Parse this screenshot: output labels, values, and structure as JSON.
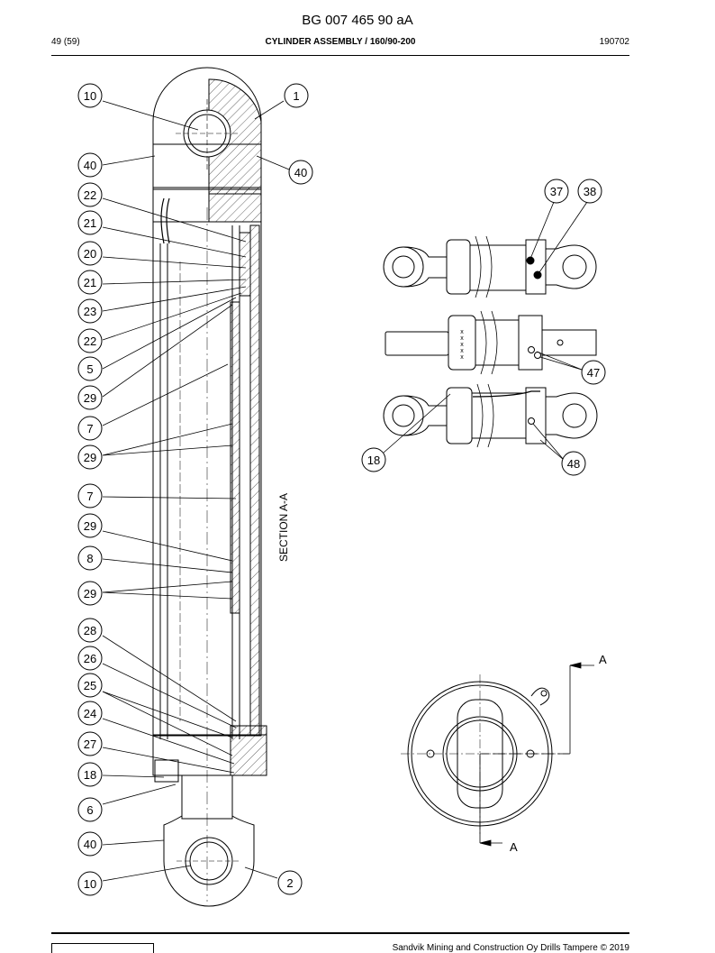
{
  "header": {
    "document_number": "BG 007 465 90 aA",
    "page": "49 (59)",
    "title": "CYLINDER ASSEMBLY / 160/90-200",
    "date": "190702"
  },
  "section_label": "SECTION A-A",
  "section_marks": [
    "A",
    "A"
  ],
  "callouts": {
    "c10a": "10",
    "c1": "1",
    "c40a": "40",
    "c40b": "40",
    "c22a": "22",
    "c21a": "21",
    "c20": "20",
    "c21b": "21",
    "c23": "23",
    "c22b": "22",
    "c5": "5",
    "c29a": "29",
    "c7a": "7",
    "c29b": "29",
    "c7b": "7",
    "c29c": "29",
    "c8": "8",
    "c29d": "29",
    "c28": "28",
    "c26": "26",
    "c25": "25",
    "c24": "24",
    "c27": "27",
    "c18a": "18",
    "c6": "6",
    "c40c": "40",
    "c10b": "10",
    "c2": "2",
    "c37": "37",
    "c38": "38",
    "c47": "47",
    "c18b": "18",
    "c48": "48"
  },
  "engraving": [
    "x",
    "x",
    "x",
    "x",
    "x"
  ],
  "footer": {
    "copyright": "Sandvik Mining and Construction Oy Drills Tampere © 2019"
  }
}
